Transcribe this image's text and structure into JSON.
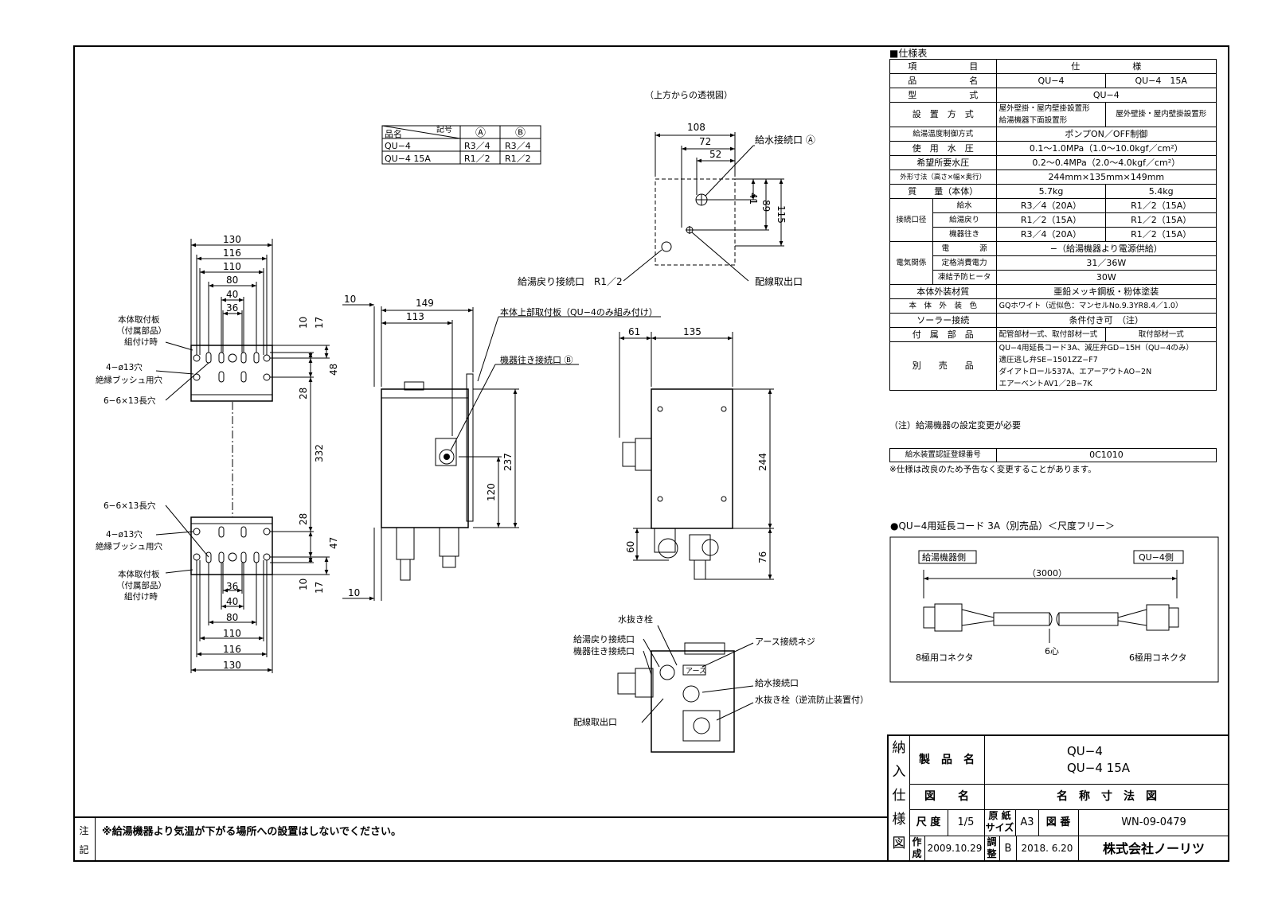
{
  "spec": {
    "heading": "■仕様表",
    "col_item": "項　　　　　　目",
    "col_spec": "仕　　　　　　様",
    "rows": {
      "product": {
        "label": "品　　　　　　名",
        "v1": "QU−4",
        "v2": "QU−4　15A"
      },
      "model": {
        "label": "型　　　　　　式",
        "v": "QU−4"
      },
      "install": {
        "label": "設　置　方　式",
        "v1": "屋外壁掛・屋内壁掛設置形\n給湯機器下面設置形",
        "v2": "屋外壁掛・屋内壁掛設置形"
      },
      "temp_ctrl": {
        "label": "給湯温度制御方式",
        "v": "ポンプON／OFF制御"
      },
      "pressure": {
        "label": "使　用　水　圧",
        "v": "0.1〜1.0MPa（1.0〜10.0kgf／cm²）"
      },
      "req_pressure": {
        "label": "希望所要水圧",
        "v": "0.2〜0.4MPa（2.0〜4.0kgf／cm²）"
      },
      "dims": {
        "label": "外形寸法（高さ×幅×奥行）",
        "v": "244mm×135mm×149mm"
      },
      "mass": {
        "label": "質　　量（本体）",
        "v1": "5.7kg",
        "v2": "5.4kg"
      },
      "conn_label": "接続口径",
      "conn": [
        {
          "label": "給水",
          "v1": "R3／4（20A）",
          "v2": "R1／2（15A）"
        },
        {
          "label": "給湯戻り",
          "v1": "R1／2（15A）",
          "v2": "R1／2（15A）"
        },
        {
          "label": "機器往き",
          "v1": "R3／4（20A）",
          "v2": "R1／2（15A）"
        }
      ],
      "elec_label": "電気関係",
      "elec": [
        {
          "label": "電　　　　源",
          "v": "−（給湯機器より電源供給）"
        },
        {
          "label": "定格消費電力",
          "v": "31／36W"
        },
        {
          "label": "凍結予防ヒータ",
          "v": "30W"
        }
      ],
      "material": {
        "label": "本体外装材質",
        "v": "亜鉛メッキ鋼板・粉体塗装"
      },
      "color": {
        "label": "本　体　外　装　色",
        "v": "GQホワイト（近似色：マンセルNo.9.3YR8.4／1.0）"
      },
      "solar": {
        "label": "ソーラー接続",
        "v": "条件付き可　（注）"
      },
      "accessories": {
        "label": "付　属　部　品",
        "v1": "配管部材一式、取付部材一式",
        "v2": "取付部材一式"
      },
      "options": {
        "label": "別　　売　　品",
        "lines": [
          "QU−4用延長コード3A、減圧弁GD−15H（QU−4のみ）",
          "適圧逃し弁SE−1501ZZ−F7",
          "ダイアトロール537A、エアーアウトAO−2N",
          "エアーベントAV1／2B−7K"
        ]
      }
    },
    "note": "（注）給湯機器の設定変更が必要",
    "cert_label": "給水装置認証登録番号",
    "cert_value": "0C1010",
    "change_note": "※仕様は改良のため予告なく変更することがあります。"
  },
  "cord": {
    "title": "●QU−4用延長コード 3A（別売品）＜尺度フリー＞",
    "left_tag": "給湯機器側",
    "right_tag": "QU−4側",
    "length": "（3000）",
    "wire": "6心",
    "left_conn": "8極用コネクタ",
    "right_conn": "6極用コネクタ"
  },
  "size_table": {
    "hdr_name": "品名",
    "hdr_sym": "記号",
    "sym_a": "Ⓐ",
    "sym_b": "Ⓑ",
    "rows": [
      {
        "name": "QU−4",
        "a": "R3／4",
        "b": "R3／4"
      },
      {
        "name": "QU−4 15A",
        "a": "R1／2",
        "b": "R1／2"
      }
    ]
  },
  "top_view": {
    "title": "（上方からの透視図）",
    "dims": [
      "108",
      "72",
      "52",
      "41",
      "89",
      "115"
    ],
    "supply": "給水接続口 Ⓐ",
    "return": "給湯戻り接続口　R1／2",
    "wiring": "配線取出口"
  },
  "plate": {
    "dims_top": [
      "130",
      "116",
      "110",
      "80",
      "40",
      "36"
    ],
    "dims_bottom": [
      "36",
      "40",
      "80",
      "110",
      "116",
      "130"
    ],
    "dims_right": [
      "10",
      "17",
      "48",
      "28",
      "332",
      "28",
      "47",
      "10",
      "17"
    ],
    "mount_label": [
      "本体取付板",
      "（付属部品）",
      "組付け時"
    ],
    "holes": "4−ø13穴",
    "bush": "絶縁ブッシュ用穴",
    "slots": "6−6×13長穴"
  },
  "side_view": {
    "dims": [
      "10",
      "149",
      "113",
      "237",
      "120",
      "10"
    ],
    "top_plate": "本体上部取付板（QU−4のみ組み付け）",
    "outlet": "機器往き接続口 Ⓑ"
  },
  "front_view": {
    "dims": [
      "61",
      "135",
      "244",
      "60",
      "76"
    ]
  },
  "bottom_view": {
    "drain": "水抜き栓",
    "return": "給湯戻り接続口",
    "outlet": "機器往き接続口",
    "wiring": "配線取出口",
    "earth": "アース接続ネジ",
    "supply": "給水接続口",
    "drain_check": "水抜き栓（逆流防止装置付）",
    "earth_tag": "アース"
  },
  "notes": {
    "label": "注\n記",
    "text": "※給湯機器より気温が下がる場所への設置はしないでください。"
  },
  "title_block": {
    "side": "納\n入\n仕\n様\n図",
    "product_label": "製　品　名",
    "product_values": [
      "QU−4",
      "QU−4 15A"
    ],
    "drawing_label": "図　　名",
    "drawing_name": "名　称　寸　法　図",
    "scale_label": "尺 度",
    "scale": "1/5",
    "paper_label": "原 紙\nサイズ",
    "paper": "A3",
    "number_label": "図 番",
    "number": "WN-09-0479",
    "made_label": "作\n成",
    "made": "2009.10.29",
    "check_label": "調\n整",
    "rev": "B",
    "rev_date": "2018. 6.20",
    "company": "株式会社ノーリツ"
  }
}
